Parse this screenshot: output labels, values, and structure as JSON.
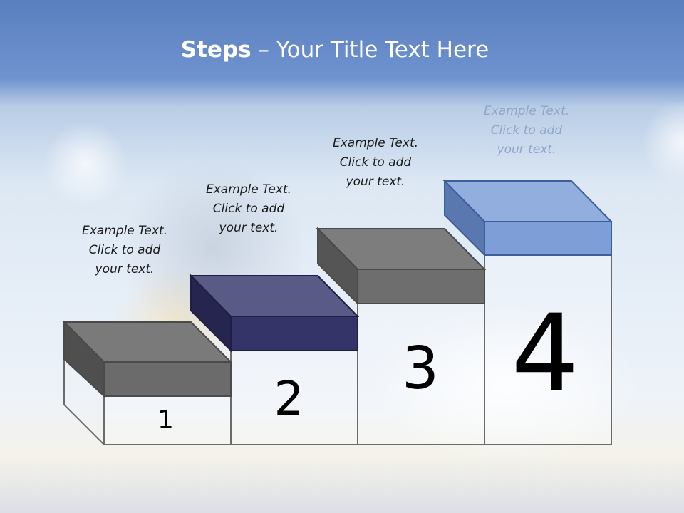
{
  "slide": {
    "title_bold": "Steps",
    "title_rest": " – Your Title Text Here"
  },
  "steps": [
    {
      "number": "1",
      "caption": [
        "Example Text.",
        "Click  to add",
        "your text."
      ]
    },
    {
      "number": "2",
      "caption": [
        "Example Text.",
        "Click  to add",
        "your text."
      ]
    },
    {
      "number": "3",
      "caption": [
        "Example Text.",
        "Click  to add",
        "your text."
      ]
    },
    {
      "number": "4",
      "caption": [
        "Example Text.",
        "Click  to add",
        "your text."
      ]
    }
  ],
  "colors": {
    "header": "#5a7fbe",
    "step1_block": "#6b6b6b",
    "step2_block": "#343468",
    "step3_block": "#6e6e6e",
    "step4_block": "#7d9ed6"
  }
}
